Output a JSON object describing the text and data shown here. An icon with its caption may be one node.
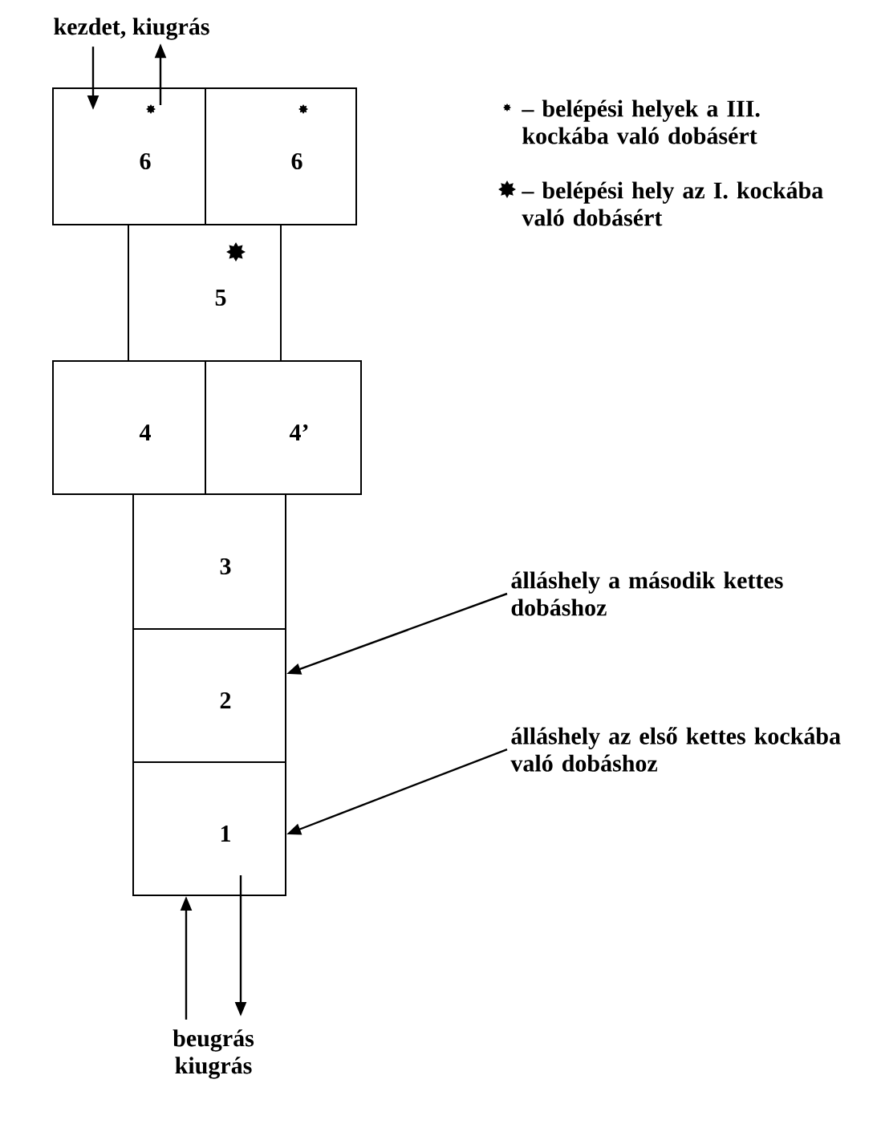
{
  "diagram": {
    "nodes": [
      {
        "text": [
          "6"
        ]
      },
      {
        "text": [
          "6"
        ]
      },
      {
        "text": [
          "5"
        ]
      },
      {
        "text": [
          "4"
        ]
      },
      {
        "text": [
          "4’"
        ]
      },
      {
        "text": [
          "3"
        ]
      },
      {
        "text": [
          "2"
        ]
      },
      {
        "text": [
          "1"
        ]
      },
      {
        "text": [
          "kezdet, kiugrás"
        ]
      },
      {
        "text": [
          "álláshely a második kettes dobáshoz"
        ]
      },
      {
        "text": [
          "álláshely az első kettes kockába való dobáshoz"
        ]
      },
      {
        "text": [
          "beugrás kiugrás"
        ]
      }
    ],
    "edges": [
      {
        "from": 8,
        "to": 0,
        "arrow": "to"
      },
      {
        "from": 0,
        "to": 8,
        "arrow": "to"
      },
      {
        "from": 9,
        "to": 6,
        "arrow": "to"
      },
      {
        "from": 10,
        "to": 7,
        "arrow": "to"
      },
      {
        "from": 11,
        "to": 7,
        "arrow": "to"
      },
      {
        "from": 7,
        "to": 11,
        "arrow": "to"
      }
    ],
    "legend": [
      {
        "text": "– belépési helyek a III. kockába való dobásért"
      },
      {
        "text": "– belépési hely az I. kockába való dobásért"
      }
    ]
  }
}
